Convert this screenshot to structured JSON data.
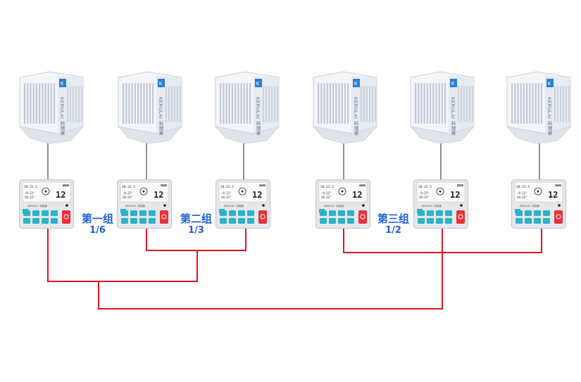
{
  "brand": {
    "unit_label": "KERULAI 科瑞莱",
    "controller_brand": "KERULAI 科瑞莱"
  },
  "display": {
    "line1": "28-22.5",
    "line2": "-8-22°",
    "line3": "28-22°",
    "big_number": "12"
  },
  "colors": {
    "wire": "#e0161c",
    "label": "#1e5fd8",
    "key": "#2ab3c8",
    "power": "#e8323a"
  },
  "units": [
    {
      "id": "unit-1"
    },
    {
      "id": "unit-2"
    },
    {
      "id": "unit-3"
    },
    {
      "id": "unit-4"
    },
    {
      "id": "unit-5"
    },
    {
      "id": "unit-6"
    }
  ],
  "groups": [
    {
      "name": "第一组",
      "ratio": "1/6"
    },
    {
      "name": "第二组",
      "ratio": "1/3"
    },
    {
      "name": "第三组",
      "ratio": "1/2"
    }
  ]
}
